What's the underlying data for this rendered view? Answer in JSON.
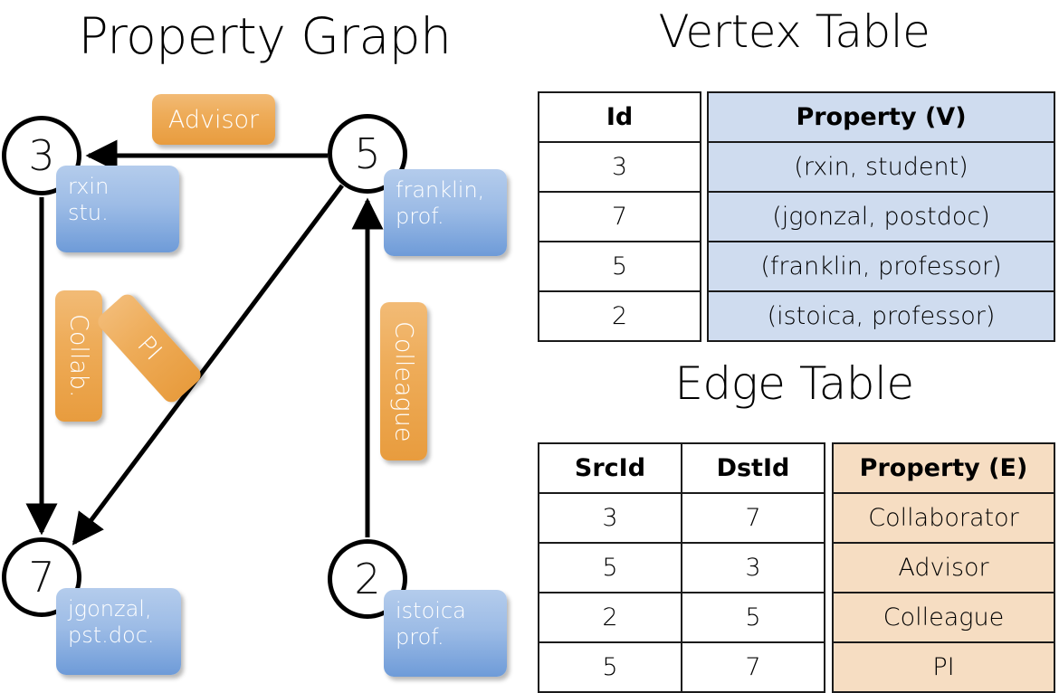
{
  "titles": {
    "property_graph": "Property Graph",
    "vertex_table": "Vertex Table",
    "edge_table": "Edge Table"
  },
  "graph": {
    "nodes": [
      {
        "id": "3",
        "property_label": "rxin\nstu."
      },
      {
        "id": "5",
        "property_label": "franklin,\nprof."
      },
      {
        "id": "7",
        "property_label": "jgonzal,\npst.doc."
      },
      {
        "id": "2",
        "property_label": "istoica\nprof."
      }
    ],
    "edge_labels": {
      "advisor": "Advisor",
      "collab": "Collab.",
      "pi": "PI",
      "colleague": "Colleague"
    }
  },
  "vertex_table": {
    "headers": {
      "id": "Id",
      "property": "Property (V)"
    },
    "rows": [
      {
        "id": "3",
        "property": "(rxin, student)"
      },
      {
        "id": "7",
        "property": "(jgonzal, postdoc)"
      },
      {
        "id": "5",
        "property": "(franklin, professor)"
      },
      {
        "id": "2",
        "property": "(istoica, professor)"
      }
    ]
  },
  "edge_table": {
    "headers": {
      "src": "SrcId",
      "dst": "DstId",
      "property": "Property (E)"
    },
    "rows": [
      {
        "src": "3",
        "dst": "7",
        "property": "Collaborator"
      },
      {
        "src": "5",
        "dst": "3",
        "property": "Advisor"
      },
      {
        "src": "2",
        "dst": "5",
        "property": "Colleague"
      },
      {
        "src": "5",
        "dst": "7",
        "property": "PI"
      }
    ]
  },
  "colors": {
    "vertex_property_fill": "#cfdcef",
    "edge_property_fill": "#f6ddc2",
    "node_property_box": "#7ba7dd",
    "edge_label_box": "#eeac59",
    "stroke": "#000000"
  }
}
